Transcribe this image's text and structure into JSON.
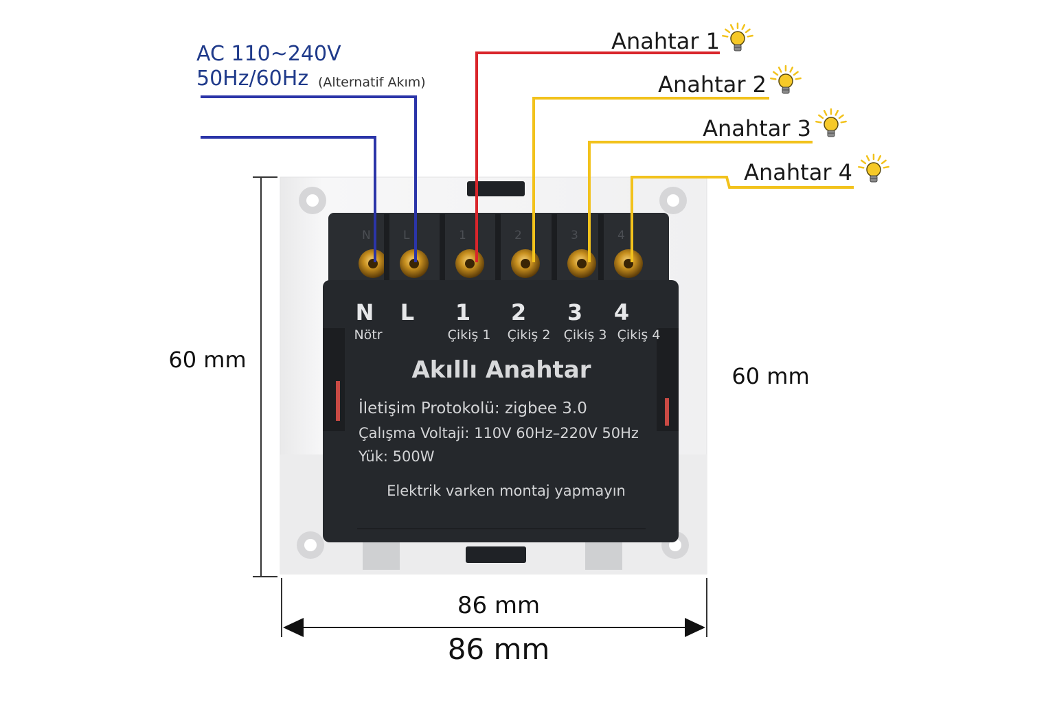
{
  "supply": {
    "line1": "AC 110~240V",
    "line2": "50Hz/60Hz",
    "note": "(Alternatif Akım)"
  },
  "switches": [
    {
      "label": "Anahtar 1",
      "icon": "lightbulb-icon",
      "wire_color": "#d9252b"
    },
    {
      "label": "Anahtar 2",
      "icon": "lightbulb-icon",
      "wire_color": "#f2c21c"
    },
    {
      "label": "Anahtar 3",
      "icon": "lightbulb-icon",
      "wire_color": "#f2c21c"
    },
    {
      "label": "Anahtar 4",
      "icon": "lightbulb-icon",
      "wire_color": "#f2c21c"
    }
  ],
  "terminals": [
    {
      "top": "N",
      "letter": "N",
      "caption": "Nötr"
    },
    {
      "top": "L",
      "letter": "L",
      "caption": ""
    },
    {
      "top": "1",
      "letter": "1",
      "caption": "Çikiş 1"
    },
    {
      "top": "2",
      "letter": "2",
      "caption": "Çikiş 2"
    },
    {
      "top": "3",
      "letter": "3",
      "caption": "Çikiş 3"
    },
    {
      "top": "4",
      "letter": "4",
      "caption": "Çikiş 4"
    }
  ],
  "device": {
    "title": "Akıllı Anahtar",
    "protocol": "İletişim Protokolü: zigbee 3.0",
    "voltage": "Çalışma Voltaji: 110V 60Hz–220V 50Hz",
    "load": "Yük: 500W",
    "warning": "Elektrik varken montaj yapmayın"
  },
  "dimensions": {
    "height_left": "60 mm",
    "height_right": "60 mm",
    "width_upper": "86 mm",
    "width_lower": "86 mm"
  },
  "colors": {
    "neutral_wire": "#2b35a8",
    "live_wire": "#2b35a8",
    "supply_text": "#1f3a8a",
    "body": "#25282c",
    "plate": "#f3f3f4"
  }
}
